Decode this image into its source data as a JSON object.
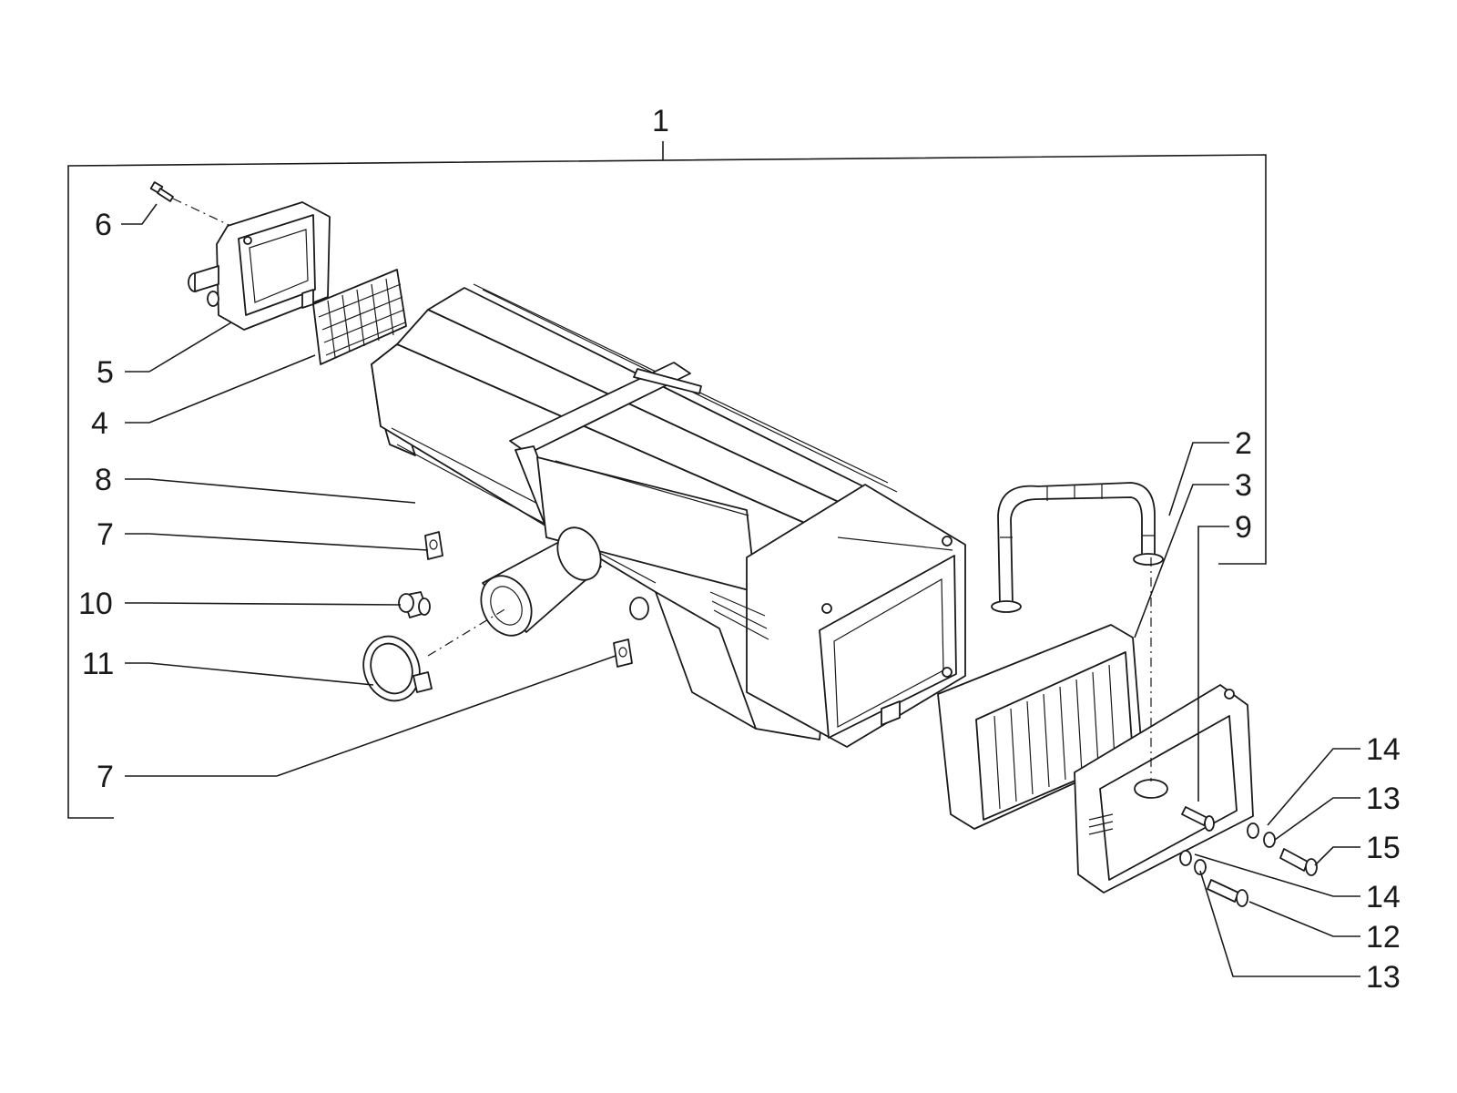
{
  "callouts": {
    "c1": "1",
    "c2": "2",
    "c3": "3",
    "c4": "4",
    "c5": "5",
    "c6": "6",
    "c7a": "7",
    "c7b": "7",
    "c8": "8",
    "c9": "9",
    "c10": "10",
    "c11": "11",
    "c12": "12",
    "c13a": "13",
    "c13b": "13",
    "c14a": "14",
    "c14b": "14",
    "c15": "15"
  }
}
